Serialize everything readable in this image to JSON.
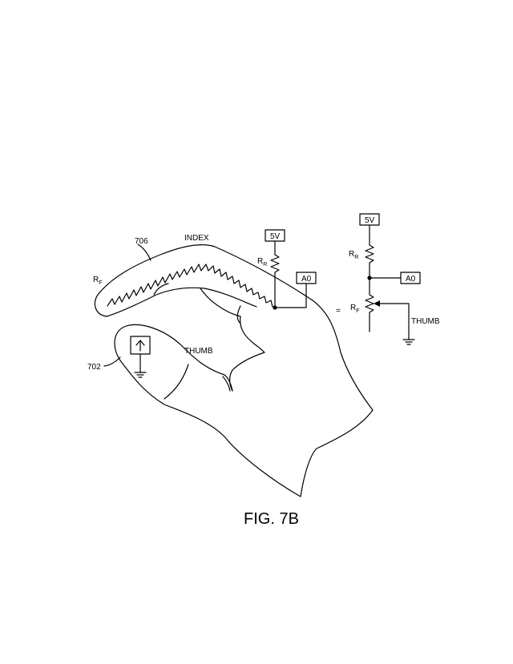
{
  "figure": {
    "caption": "FIG. 7B"
  },
  "hand": {
    "ref_index_sensor": "706",
    "ref_thumb_sensor": "702",
    "index_label": "INDEX",
    "thumb_label": "THUMB",
    "rf_label_main": "R",
    "rf_label_sub": "F",
    "rr_label_main": "R",
    "rr_label_sub": "R",
    "supply_box": "5V",
    "output_box": "A0"
  },
  "equivalent_circuit": {
    "equals_sign": "=",
    "supply_box": "5V",
    "output_box": "A0",
    "rr_label_main": "R",
    "rr_label_sub": "R",
    "rf_label_main": "R",
    "rf_label_sub": "F",
    "wiper_label": "THUMB"
  }
}
